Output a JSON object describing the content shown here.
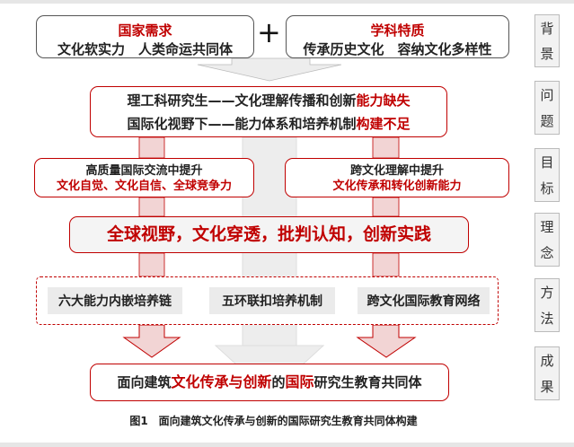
{
  "background": {
    "title": "国家需求",
    "text": "文化软实力　人类命运共同体"
  },
  "plus": "+",
  "discipline": {
    "title": "学科特质",
    "text": "传承历史文化　容纳文化多样性"
  },
  "problem": {
    "line1_black": "理工科研究生——文化理解传播和创新",
    "line1_red": "能力缺失",
    "line2_black": "国际化视野下——能力体系和培养机制",
    "line2_red": "构建不足"
  },
  "goal_left": {
    "title": "高质量国际交流中提升",
    "text": "文化自觉、文化自信、全球竞争力"
  },
  "goal_right": {
    "title": "跨文化理解中提升",
    "text": "文化传承和转化创新能力"
  },
  "concept": "全球视野，文化穿透，批判认知，创新实践",
  "methods": [
    "六大能力内嵌培养链",
    "五环联扣培养机制",
    "跨文化国际教育网络"
  ],
  "result": {
    "p1": "面向建筑",
    "p2": "文化传承与创新",
    "p3": "的",
    "p4": "国际",
    "p5": "研究生教育共同体"
  },
  "side_labels": [
    [
      "背",
      "景"
    ],
    [
      "问",
      "题"
    ],
    [
      "目",
      "标"
    ],
    [
      "理",
      "念"
    ],
    [
      "方",
      "法"
    ],
    [
      "成",
      "果"
    ]
  ],
  "caption": "图1　面向建筑文化传承与创新的国际研究生教育共同体构建",
  "colors": {
    "accent": "#c00000",
    "pink": "#f2d4d4",
    "gray": "#ededed"
  }
}
